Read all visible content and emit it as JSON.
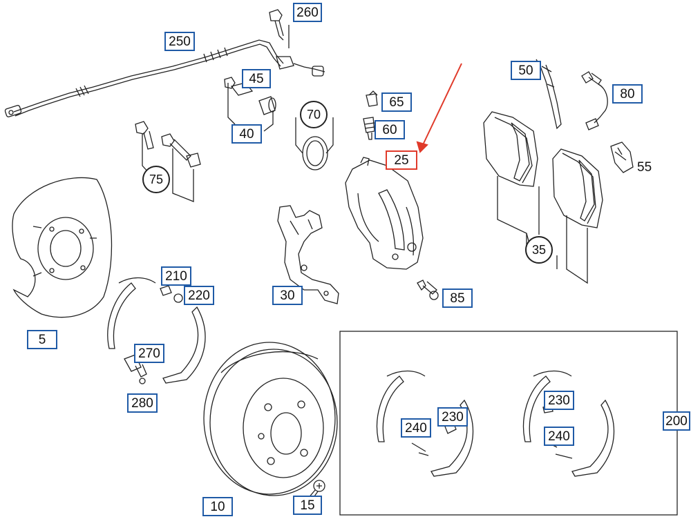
{
  "callouts": {
    "c260": "260",
    "c250": "250",
    "c45": "45",
    "c65": "65",
    "c60": "60",
    "c40": "40",
    "c50": "50",
    "c80": "80",
    "c25": "25",
    "c30": "30",
    "c85": "85",
    "c5": "5",
    "c210": "210",
    "c220": "220",
    "c270": "270",
    "c280": "280",
    "c10": "10",
    "c15": "15",
    "c240a": "240",
    "c230a": "230",
    "c230b": "230",
    "c240b": "240",
    "c200": "200"
  },
  "plain_labels": {
    "p55": "55"
  },
  "group_circles": {
    "g70": "70",
    "g75": "75",
    "g35": "35"
  },
  "colors": {
    "callout_border": "#1f5aa6",
    "selected_border": "#e03a2a",
    "arrow": "#e03a2a",
    "line": "#222222"
  },
  "selected_part": "25"
}
